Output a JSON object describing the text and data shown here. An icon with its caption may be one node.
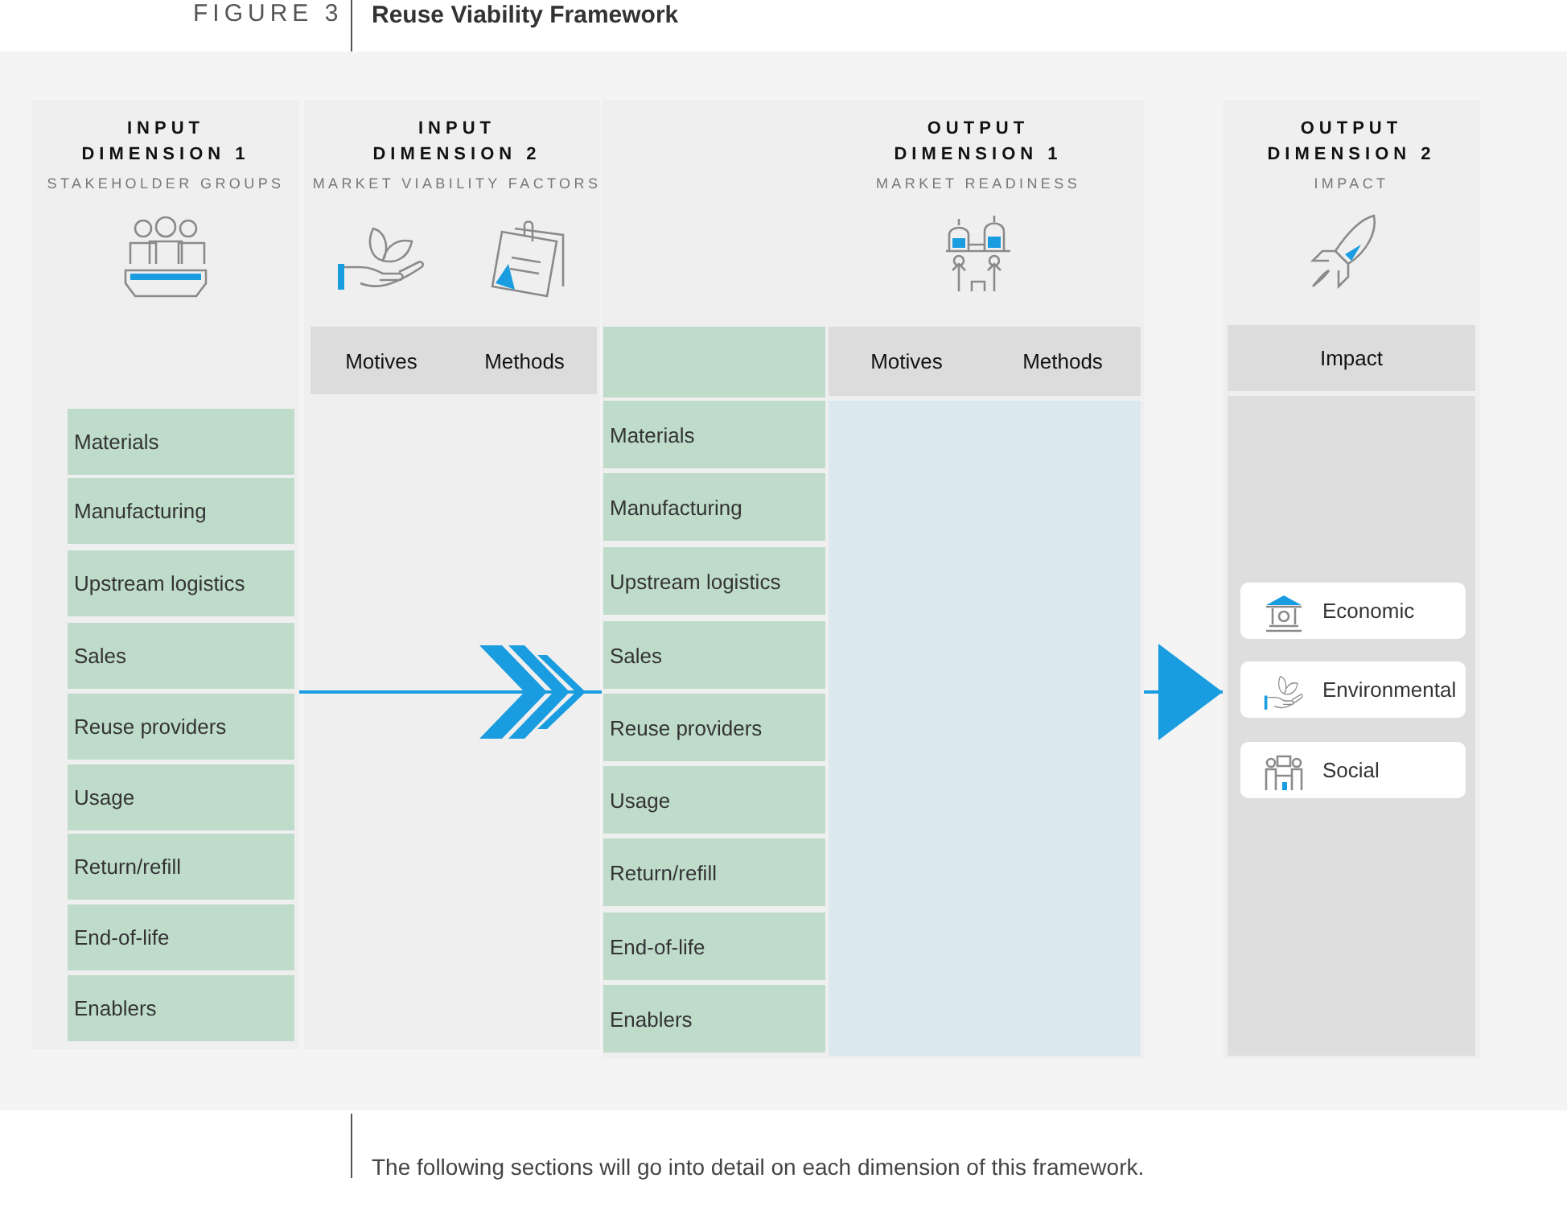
{
  "diagram": {
    "title": "Reuse Viability Framework",
    "caption": "The following sections will go into detail on each dimension of this framework.",
    "nodes": [
      {
        "text": [
          "INPUT DIMENSION 1",
          "STAKEHOLDER GROUPS"
        ]
      },
      {
        "text": [
          "Materials"
        ],
        "in": 0
      },
      {
        "text": [
          "Manufacturing"
        ],
        "in": 0
      },
      {
        "text": [
          "Upstream logistics"
        ],
        "in": 0
      },
      {
        "text": [
          "Sales"
        ],
        "in": 0
      },
      {
        "text": [
          "Reuse providers"
        ],
        "in": 0
      },
      {
        "text": [
          "Usage"
        ],
        "in": 0
      },
      {
        "text": [
          "Return/refill"
        ],
        "in": 0
      },
      {
        "text": [
          "End-of-life"
        ],
        "in": 0
      },
      {
        "text": [
          "Enablers"
        ],
        "in": 0
      },
      {
        "text": [
          "INPUT DIMENSION 2",
          "MARKET VIABILITY FACTORS"
        ]
      },
      {
        "text": [
          "Motives"
        ],
        "in": 10
      },
      {
        "text": [
          "Methods"
        ],
        "in": 10
      },
      {
        "text": [
          "OUTPUT DIMENSION 1",
          "MARKET READINESS"
        ]
      },
      {
        "text": [
          "Materials"
        ],
        "in": 13
      },
      {
        "text": [
          "Manufacturing"
        ],
        "in": 13
      },
      {
        "text": [
          "Upstream logistics"
        ],
        "in": 13
      },
      {
        "text": [
          "Sales"
        ],
        "in": 13
      },
      {
        "text": [
          "Reuse providers"
        ],
        "in": 13
      },
      {
        "text": [
          "Usage"
        ],
        "in": 13
      },
      {
        "text": [
          "Return/refill"
        ],
        "in": 13
      },
      {
        "text": [
          "End-of-life"
        ],
        "in": 13
      },
      {
        "text": [
          "Enablers"
        ],
        "in": 13
      },
      {
        "text": [
          "Motives"
        ],
        "in": 13
      },
      {
        "text": [
          "Methods"
        ],
        "in": 13
      },
      {
        "text": [
          "OUTPUT DIMENSION 2",
          "IMPACT"
        ]
      },
      {
        "text": [
          "Impact"
        ],
        "in": 25
      },
      {
        "text": [
          "Economic"
        ],
        "in": 25
      },
      {
        "text": [
          "Environmental"
        ],
        "in": 25
      },
      {
        "text": [
          "Social"
        ],
        "in": 25
      }
    ],
    "edges": [
      {
        "from": 0,
        "to": 13,
        "arrow": "to"
      },
      {
        "from": 13,
        "to": 25,
        "arrow": "to"
      }
    ],
    "labels": [
      "FIGURE 3"
    ]
  }
}
